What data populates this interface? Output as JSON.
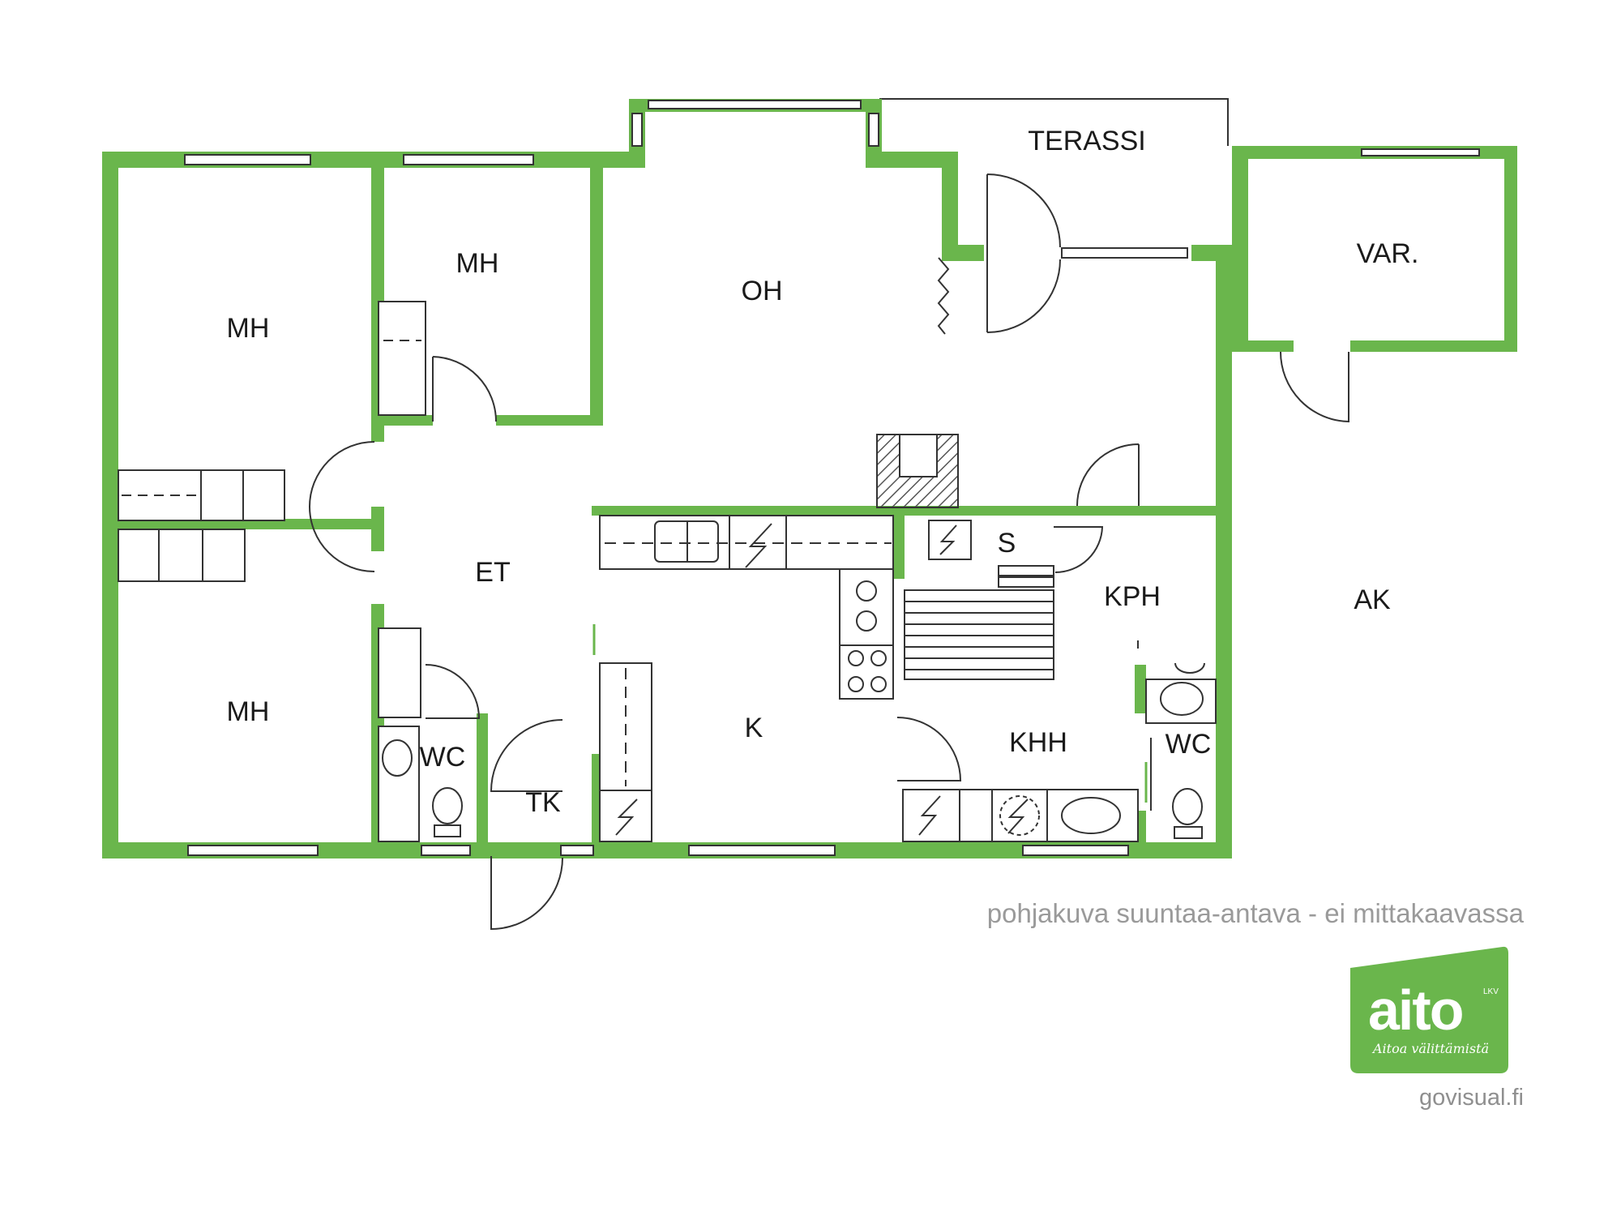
{
  "rooms": {
    "mh_upper_left": "MH",
    "mh_upper_mid": "MH",
    "mh_lower_left": "MH",
    "oh": "OH",
    "terassi": "TERASSI",
    "var": "VAR.",
    "ak": "AK",
    "et": "ET",
    "s": "S",
    "kph": "KPH",
    "k": "K",
    "khh": "KHH",
    "wc_left": "WC",
    "wc_right": "WC",
    "tk": "TK"
  },
  "disclaimer": "pohjakuva suuntaa-antava - ei mittakaavassa",
  "logo": {
    "text": "aito",
    "badge": "LKV",
    "tagline": "Aitoa välittämistä"
  },
  "credit": "govisual.fi",
  "colors": {
    "wall": "#6ab64c",
    "line": "#333333",
    "logo_bg": "#6ab64c",
    "hatch": "#555555"
  }
}
